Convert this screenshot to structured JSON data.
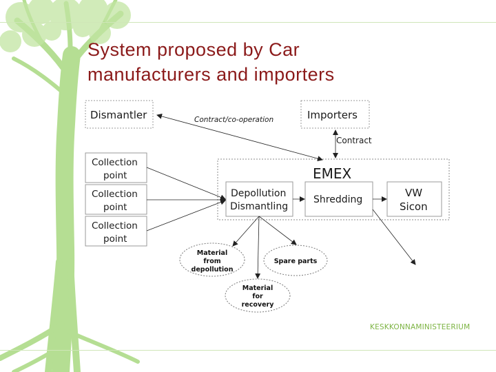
{
  "slide": {
    "title_line1": "System proposed by Car",
    "title_line2": "manufacturers and importers",
    "logo_text": "KESKKONNAMINISTEERIUM"
  },
  "diagram": {
    "dismantler": "Dismantler",
    "importers": "Importers",
    "contract_cooperation": "Contract/co-operation",
    "contract": "Contract",
    "emex": "EMEX",
    "collection_points": [
      {
        "line1": "Collection",
        "line2": "point"
      },
      {
        "line1": "Collection",
        "line2": "point"
      },
      {
        "line1": "Collection",
        "line2": "point"
      }
    ],
    "depollution": {
      "line1": "Depollution",
      "line2": "Dismantling"
    },
    "shredding": "Shredding",
    "vw_sicon": {
      "line1": "VW",
      "line2": "Sicon"
    },
    "material_from_depollution": {
      "line1": "Material",
      "line2": "from",
      "line3": "depollution"
    },
    "spare_parts": "Spare parts",
    "material_for_recovery": {
      "line1": "Material",
      "line2": "for",
      "line3": "recovery"
    }
  },
  "colors": {
    "title": "#8b1a1a",
    "tree": "#a5d67c",
    "logo": "#7cb342",
    "box_border": "#9a9a9a"
  }
}
